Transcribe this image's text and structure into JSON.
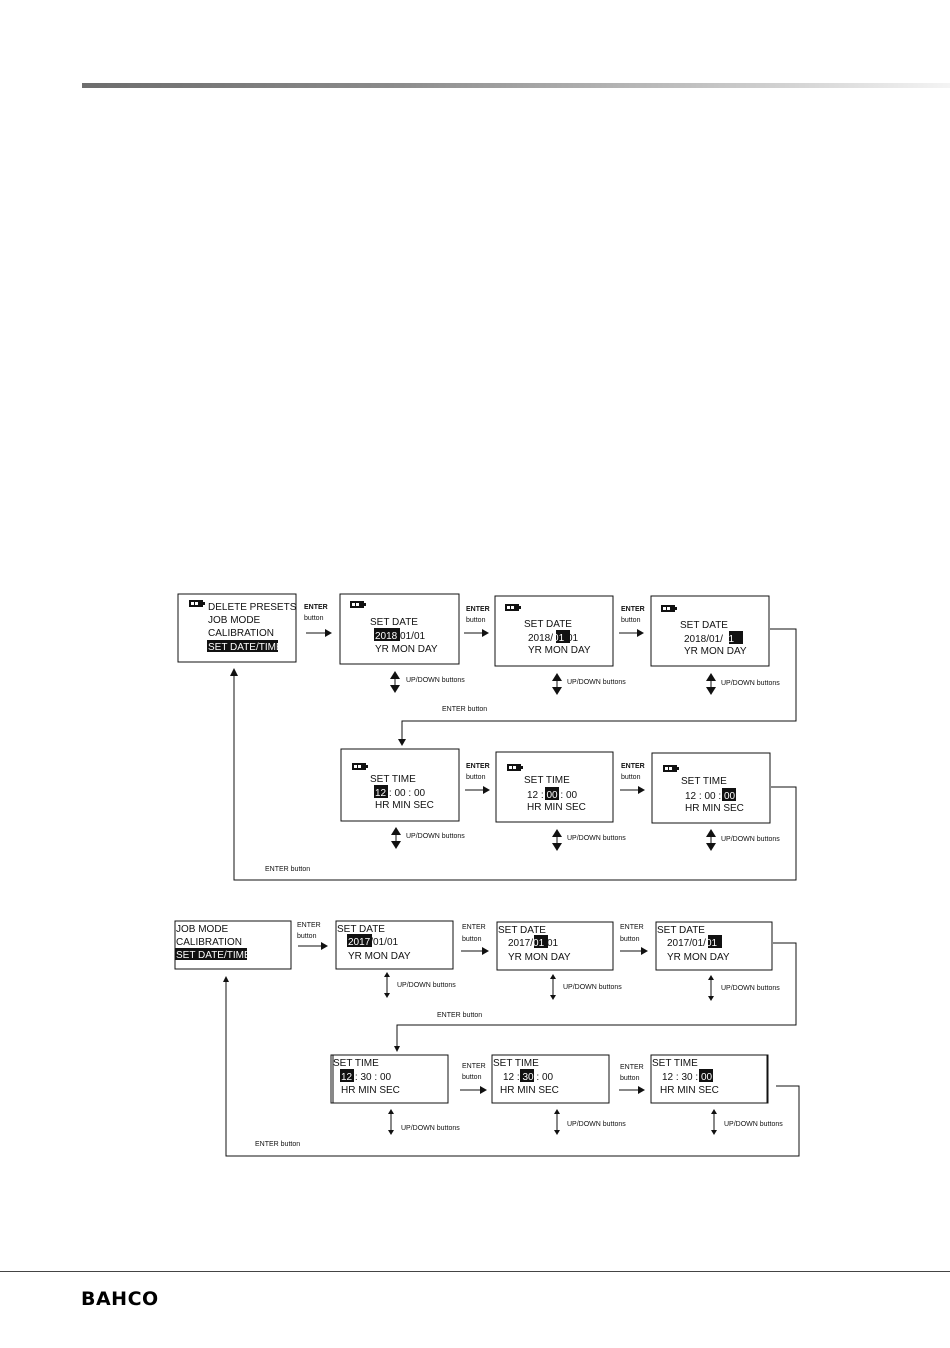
{
  "brand": {
    "logo": "BAHCO"
  },
  "diagram1": {
    "menu": [
      "DELETE PRESETS",
      "JOB MODE",
      "CALIBRATION",
      "SET DATE/TIME"
    ],
    "date_title": "SET DATE",
    "date_year": "2018",
    "date_month": "01",
    "date_day": "01",
    "sep_slash": "/",
    "date_units": "YR  MON  DAY",
    "time_title": "SET TIME",
    "time_hour": "12",
    "time_min": "00",
    "time_sec": "00",
    "sep_colon": " : ",
    "time_units": "HR  MIN SEC",
    "enter": "ENTER",
    "button": "button",
    "updown": "UP/DOWN buttons",
    "enter_button": "ENTER button"
  },
  "diagram2": {
    "menu": [
      "JOB MODE",
      "CALIBRATION",
      "SET DATE/TIME"
    ],
    "date_title": "SET DATE",
    "date_year": "2017",
    "date_month": "01",
    "date_day": "01",
    "sep_slash": "/",
    "date_units": "YR  MON  DAY",
    "time_title": "SET TIME",
    "time_hour": "12",
    "time_min": "30",
    "time_sec": "00",
    "sep_colon": " : ",
    "time_units": "HR  MIN  SEC",
    "enter": "ENTER",
    "button": "button",
    "updown": "UP/DOWN buttons",
    "enter_button": "ENTER button"
  }
}
